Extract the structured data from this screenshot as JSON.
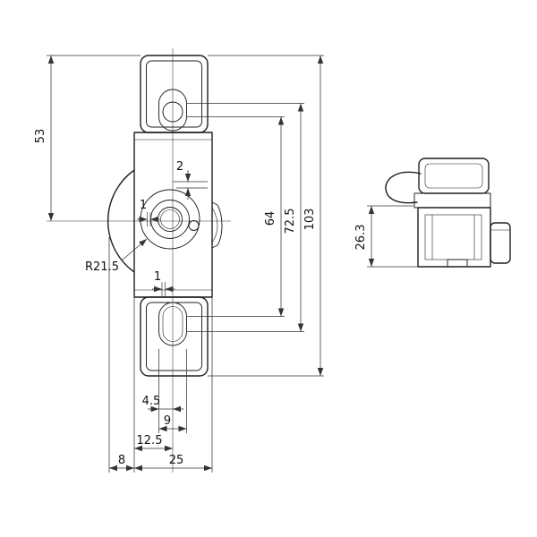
{
  "colors": {
    "background": "#ffffff",
    "line": "#1f1f1f",
    "dim": "#333333",
    "text": "#111111"
  },
  "dimensions": {
    "d53": "53",
    "d2": "2",
    "d1_upper": "1",
    "d1_lower": "1",
    "d64": "64",
    "d72_5": "72.5",
    "d103": "103",
    "r21_5": "R21.5",
    "d26_3": "26.3",
    "d4_5": "4.5",
    "d9": "9",
    "d12_5": "12.5",
    "d8": "8",
    "d25": "25"
  }
}
